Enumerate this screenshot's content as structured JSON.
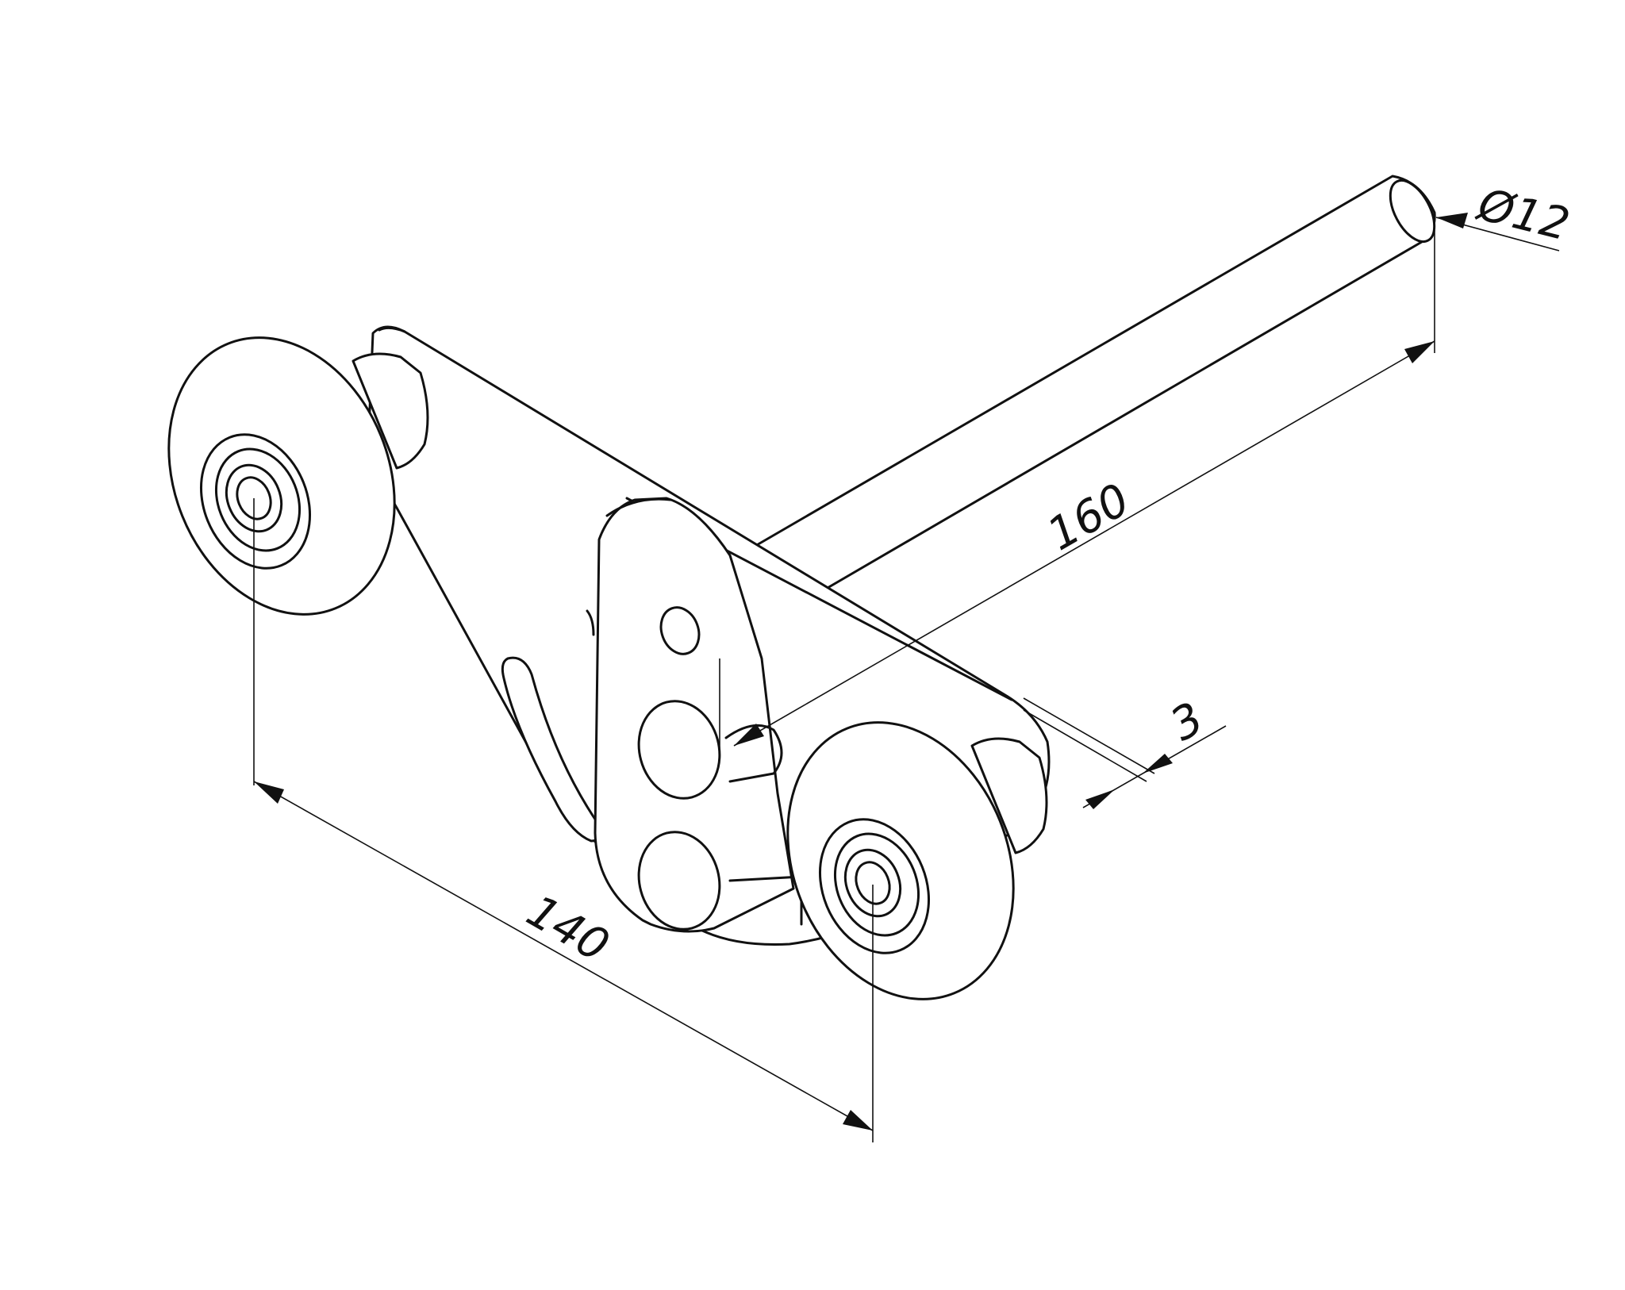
{
  "drawing": {
    "subject": "",
    "dimensions": {
      "length_rod": "160",
      "diameter_rod": "Ø12",
      "wheel_spacing": "140",
      "plate_thickness": "3"
    }
  }
}
